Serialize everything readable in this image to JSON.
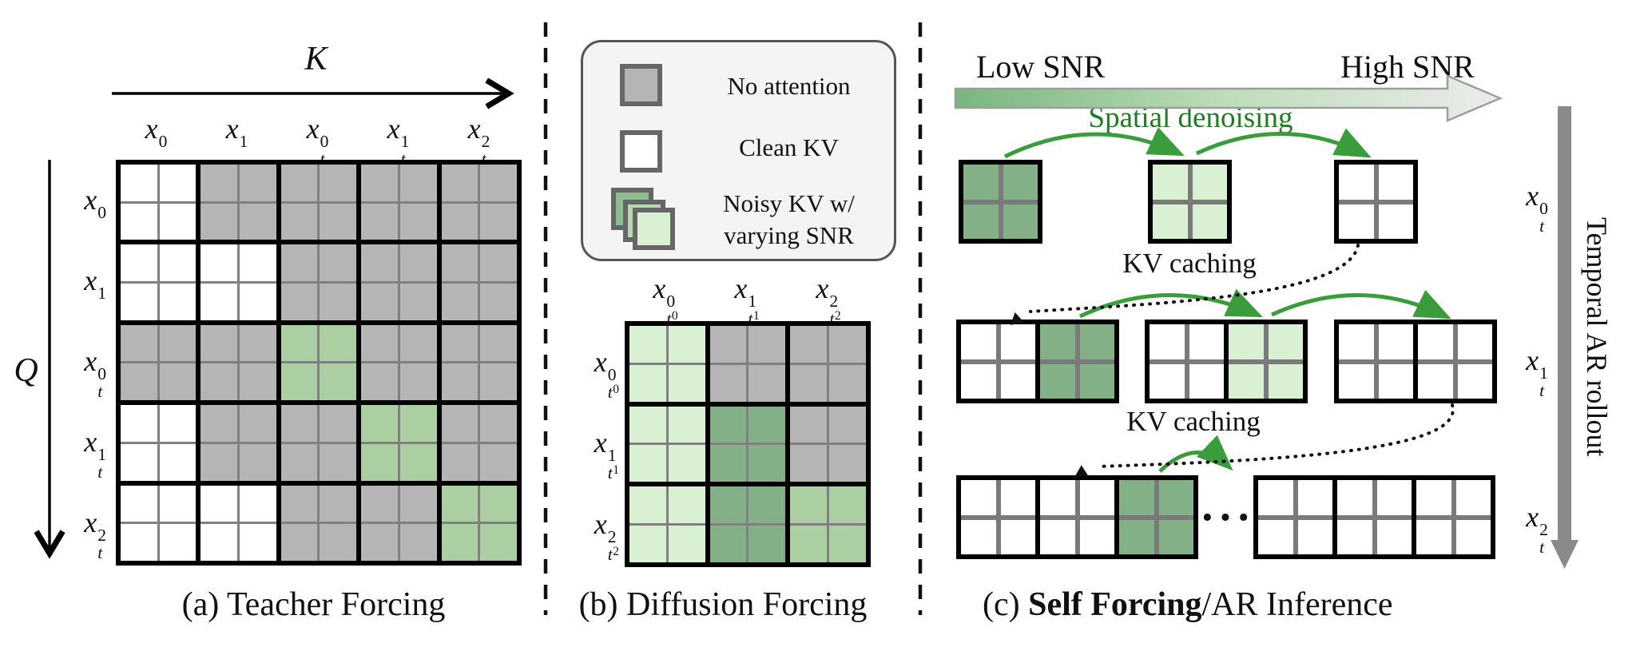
{
  "colors": {
    "cells": {
      "W": "#ffffff",
      "G": "#b5b5b5",
      "M": "#abcfa2",
      "L": "#d9f0d2",
      "D": "#84b087"
    },
    "noisy_stack": [
      "#8cbc90",
      "#b7d8ae",
      "#d9f0d2"
    ],
    "snr_gradient": [
      "#79b57e",
      "#bedcba",
      "#ececec"
    ],
    "green_arrow": "#3b9c3b",
    "green_text": "#1e7c22",
    "no_attention_gray": "#b5b5b5",
    "temporal_arrow_gray": "#8a8a8a"
  },
  "legend": {
    "items": [
      {
        "swatch": "no-attention",
        "label_lines": [
          "No attention"
        ]
      },
      {
        "swatch": "clean-kv",
        "label_lines": [
          "Clean KV"
        ]
      },
      {
        "swatch": "noisy-kv",
        "label_lines": [
          "Noisy KV w/",
          "varying SNR"
        ]
      }
    ]
  },
  "panel_a": {
    "caption": "(a) Teacher Forcing",
    "k_axis": "K",
    "q_axis": "Q",
    "col_headers": [
      {
        "base": "x",
        "sup": "0",
        "sub": ""
      },
      {
        "base": "x",
        "sup": "1",
        "sub": ""
      },
      {
        "base": "x",
        "sup": "0",
        "sub": "t"
      },
      {
        "base": "x",
        "sup": "1",
        "sub": "t"
      },
      {
        "base": "x",
        "sup": "2",
        "sub": "t"
      }
    ],
    "row_headers": [
      {
        "base": "x",
        "sup": "0",
        "sub": ""
      },
      {
        "base": "x",
        "sup": "1",
        "sub": ""
      },
      {
        "base": "x",
        "sup": "0",
        "sub": "t"
      },
      {
        "base": "x",
        "sup": "1",
        "sub": "t"
      },
      {
        "base": "x",
        "sup": "2",
        "sub": "t"
      }
    ],
    "matrix": [
      [
        "W",
        "G",
        "G",
        "G",
        "G"
      ],
      [
        "W",
        "W",
        "G",
        "G",
        "G"
      ],
      [
        "G",
        "G",
        "M",
        "G",
        "G"
      ],
      [
        "W",
        "G",
        "G",
        "M",
        "G"
      ],
      [
        "W",
        "W",
        "G",
        "G",
        "M"
      ]
    ]
  },
  "panel_b": {
    "caption": "(b) Diffusion Forcing",
    "col_headers": [
      {
        "base": "x",
        "sup": "0",
        "sub": "t",
        "subsup": "0"
      },
      {
        "base": "x",
        "sup": "1",
        "sub": "t",
        "subsup": "1"
      },
      {
        "base": "x",
        "sup": "2",
        "sub": "t",
        "subsup": "2"
      }
    ],
    "row_headers": [
      {
        "base": "x",
        "sup": "0",
        "sub": "t",
        "subsup": "0"
      },
      {
        "base": "x",
        "sup": "1",
        "sub": "t",
        "subsup": "1"
      },
      {
        "base": "x",
        "sup": "2",
        "sub": "t",
        "subsup": "2"
      }
    ],
    "matrix": [
      [
        "L",
        "G",
        "G"
      ],
      [
        "L",
        "D",
        "G"
      ],
      [
        "L",
        "D",
        "M"
      ]
    ]
  },
  "panel_c": {
    "caption_prefix": "(c) ",
    "caption_bold": "Self Forcing",
    "caption_suffix": "/AR Inference",
    "low_snr": "Low SNR",
    "high_snr": "High SNR",
    "spatial_denoising": "Spatial denoising",
    "kv_caching_1": "KV caching",
    "kv_caching_2": "KV caching",
    "ellipsis": "···",
    "temporal_label": "Temporal AR rollout",
    "row_labels": [
      {
        "base": "x",
        "sup": "0",
        "sub": "t"
      },
      {
        "base": "x",
        "sup": "1",
        "sub": "t"
      },
      {
        "base": "x",
        "sup": "2",
        "sub": "t"
      }
    ],
    "rows": [
      {
        "groups": [
          [
            "D"
          ],
          [
            "L"
          ],
          [
            "W"
          ]
        ]
      },
      {
        "groups": [
          [
            "W",
            "D"
          ],
          [
            "W",
            "L"
          ],
          [
            "W",
            "W"
          ]
        ]
      },
      {
        "groups": [
          [
            "W",
            "W",
            "D"
          ],
          [
            "W",
            "W",
            "W"
          ]
        ]
      }
    ]
  }
}
